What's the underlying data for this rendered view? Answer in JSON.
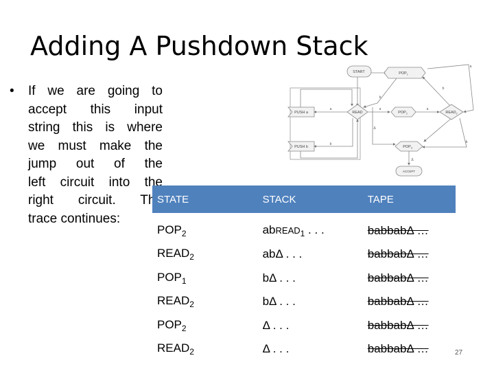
{
  "slide": {
    "title": "Adding A Pushdown Stack",
    "bullet_lines": [
      "If we are going to",
      "accept this input",
      "string this is where",
      "we must make the",
      "jump out of the",
      "left circuit into the",
      "right circuit. The",
      "trace continues:"
    ],
    "page_number": "27"
  },
  "diagram": {
    "nodes": {
      "start": "START",
      "pop1": "POP",
      "pop1_sub": "1",
      "push_a": "PUSH a",
      "read": "READ",
      "pop2": "POP",
      "pop2_sub": "2",
      "read2": "READ",
      "read2_sub": "2",
      "push_b": "PUSH b",
      "pop3": "POP",
      "pop3_sub": "3",
      "accept": "ACCEPT"
    },
    "edge_labels": [
      "a",
      "b",
      "a",
      "b",
      "a",
      "b",
      "b",
      "a",
      "Δ",
      "Δ"
    ]
  },
  "table": {
    "headers": [
      "STATE",
      "STACK",
      "TAPE"
    ],
    "rows": [
      {
        "state": "POP",
        "state_sub": "2",
        "stack_main": "ab",
        "stack_small": "READ",
        "stack_small_sub": "1",
        "stack_tail": " . . .",
        "tape": "babbabΔ …"
      },
      {
        "state": "READ",
        "state_sub": "2",
        "stack_main": "abΔ . . .",
        "stack_small": "",
        "stack_small_sub": "",
        "stack_tail": "",
        "tape": "babbabΔ …"
      },
      {
        "state": "POP",
        "state_sub": "1",
        "stack_main": "bΔ . . .",
        "stack_small": "",
        "stack_small_sub": "",
        "stack_tail": "",
        "tape": "babbabΔ …"
      },
      {
        "state": "READ",
        "state_sub": "2",
        "stack_main": "bΔ . . .",
        "stack_small": "",
        "stack_small_sub": "",
        "stack_tail": "",
        "tape": "babbabΔ …"
      },
      {
        "state": "POP",
        "state_sub": "2",
        "stack_main": "Δ . . .",
        "stack_small": "",
        "stack_small_sub": "",
        "stack_tail": "",
        "tape": "babbabΔ …"
      },
      {
        "state": "READ",
        "state_sub": "2",
        "stack_main": "Δ . . .",
        "stack_small": "",
        "stack_small_sub": "",
        "stack_tail": "",
        "tape": "babbabΔ …"
      }
    ]
  }
}
